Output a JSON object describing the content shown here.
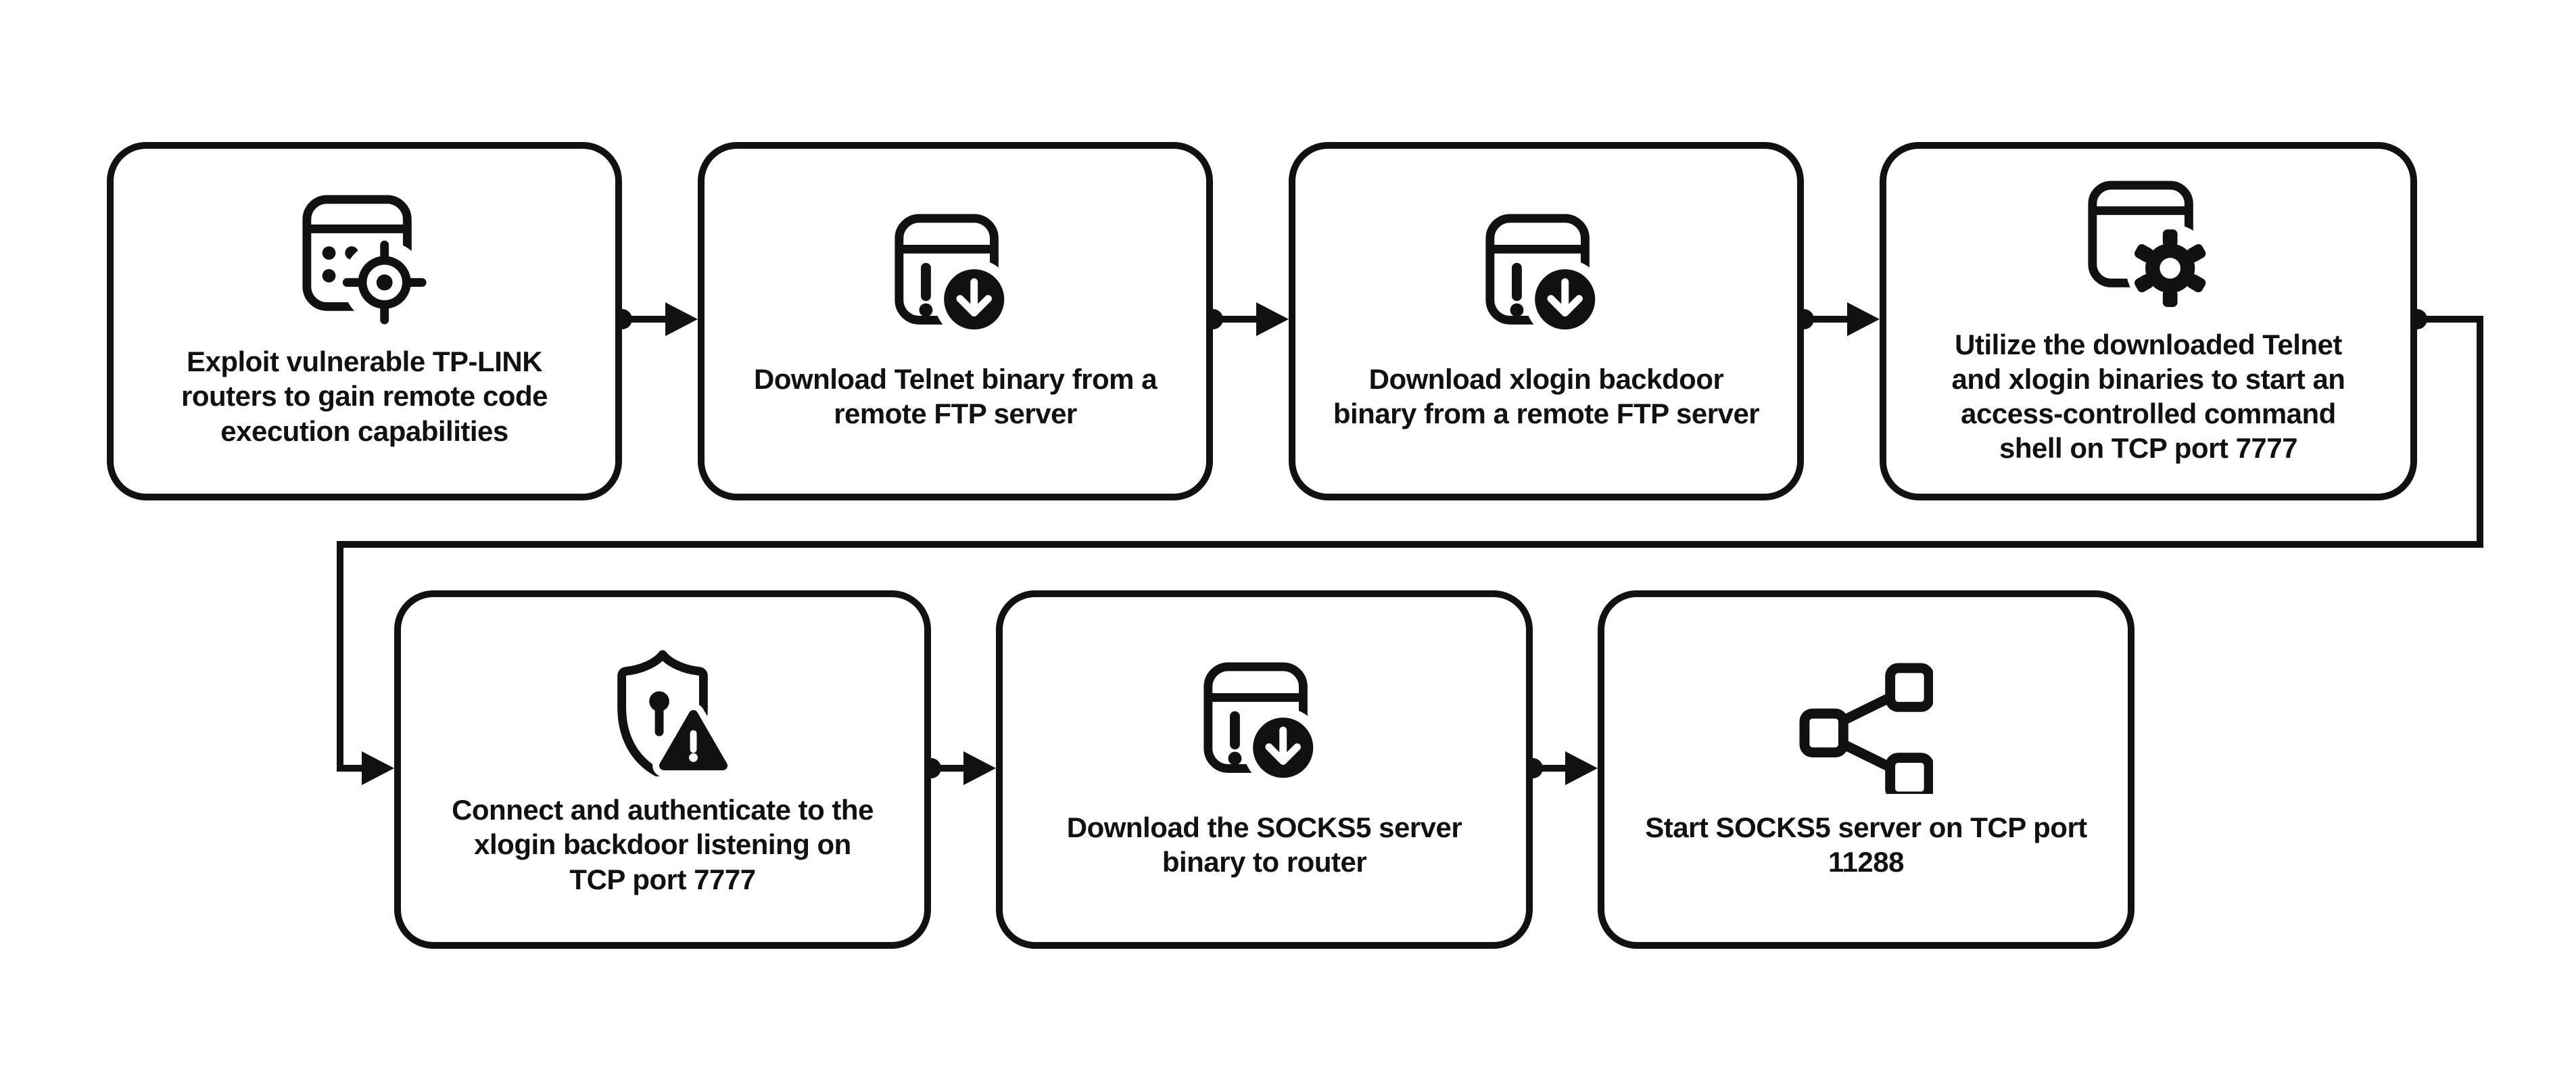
{
  "diagram": {
    "title": "",
    "background_color": "#ffffff",
    "line_color": "#111111",
    "node_border_color": "#111111",
    "node_fill_color": "#ffffff",
    "nodes": [
      {
        "id": "step-1",
        "icon": "window-target-icon",
        "label": "Exploit vulnerable TP-LINK\nrouters to gain remote code\nexecution capabilities"
      },
      {
        "id": "step-2",
        "icon": "window-download-icon",
        "label": "Download Telnet binary from a\nremote FTP server"
      },
      {
        "id": "step-3",
        "icon": "window-download-icon",
        "label": "Download xlogin backdoor\nbinary from a remote FTP server"
      },
      {
        "id": "step-4",
        "icon": "window-gear-icon",
        "label": "Utilize the downloaded Telnet\nand xlogin binaries to start an\naccess-controlled command\nshell on TCP port 7777"
      },
      {
        "id": "step-5",
        "icon": "shield-warning-icon",
        "label": "Connect and authenticate to the\nxlogin backdoor listening on\nTCP port 7777"
      },
      {
        "id": "step-6",
        "icon": "window-download-icon",
        "label": "Download the SOCKS5 server\nbinary to router"
      },
      {
        "id": "step-7",
        "icon": "share-network-icon",
        "label": "Start SOCKS5 server on TCP port\n11288"
      }
    ],
    "edges": [
      {
        "from": "step-1",
        "to": "step-2"
      },
      {
        "from": "step-2",
        "to": "step-3"
      },
      {
        "from": "step-3",
        "to": "step-4"
      },
      {
        "from": "step-4",
        "to": "step-5"
      },
      {
        "from": "step-5",
        "to": "step-6"
      },
      {
        "from": "step-6",
        "to": "step-7"
      }
    ]
  }
}
